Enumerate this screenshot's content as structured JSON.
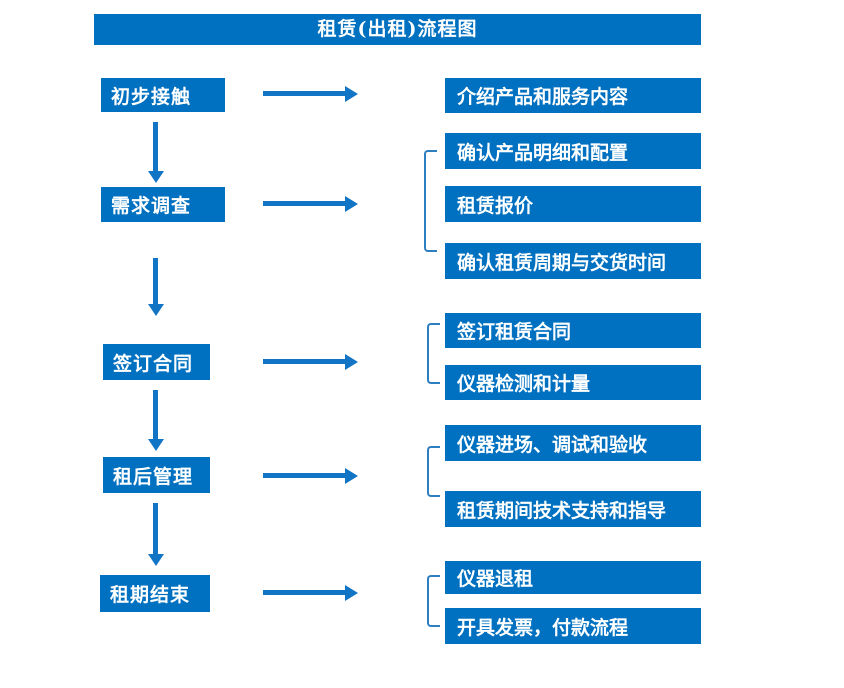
{
  "title": "租赁(出租)流程图",
  "diagram_type": "flowchart",
  "colors": {
    "box_blue": "#0070C0",
    "arrow_blue": "#1274C5",
    "bracket_blue": "#2E7FC1",
    "text_white": "#FFFFFF"
  },
  "steps": [
    {
      "label": "初步接触",
      "outputs": [
        "介绍产品和服务内容"
      ]
    },
    {
      "label": "需求调查",
      "outputs": [
        "确认产品明细和配置",
        "租赁报价",
        "确认租赁周期与交货时间"
      ]
    },
    {
      "label": "签订合同",
      "outputs": [
        "签订租赁合同",
        "仪器检测和计量"
      ]
    },
    {
      "label": "租后管理",
      "outputs": [
        "仪器进场、调试和验收",
        "租赁期间技术支持和指导"
      ]
    },
    {
      "label": "租期结束",
      "outputs": [
        "仪器退租",
        "开具发票，付款流程"
      ]
    }
  ]
}
